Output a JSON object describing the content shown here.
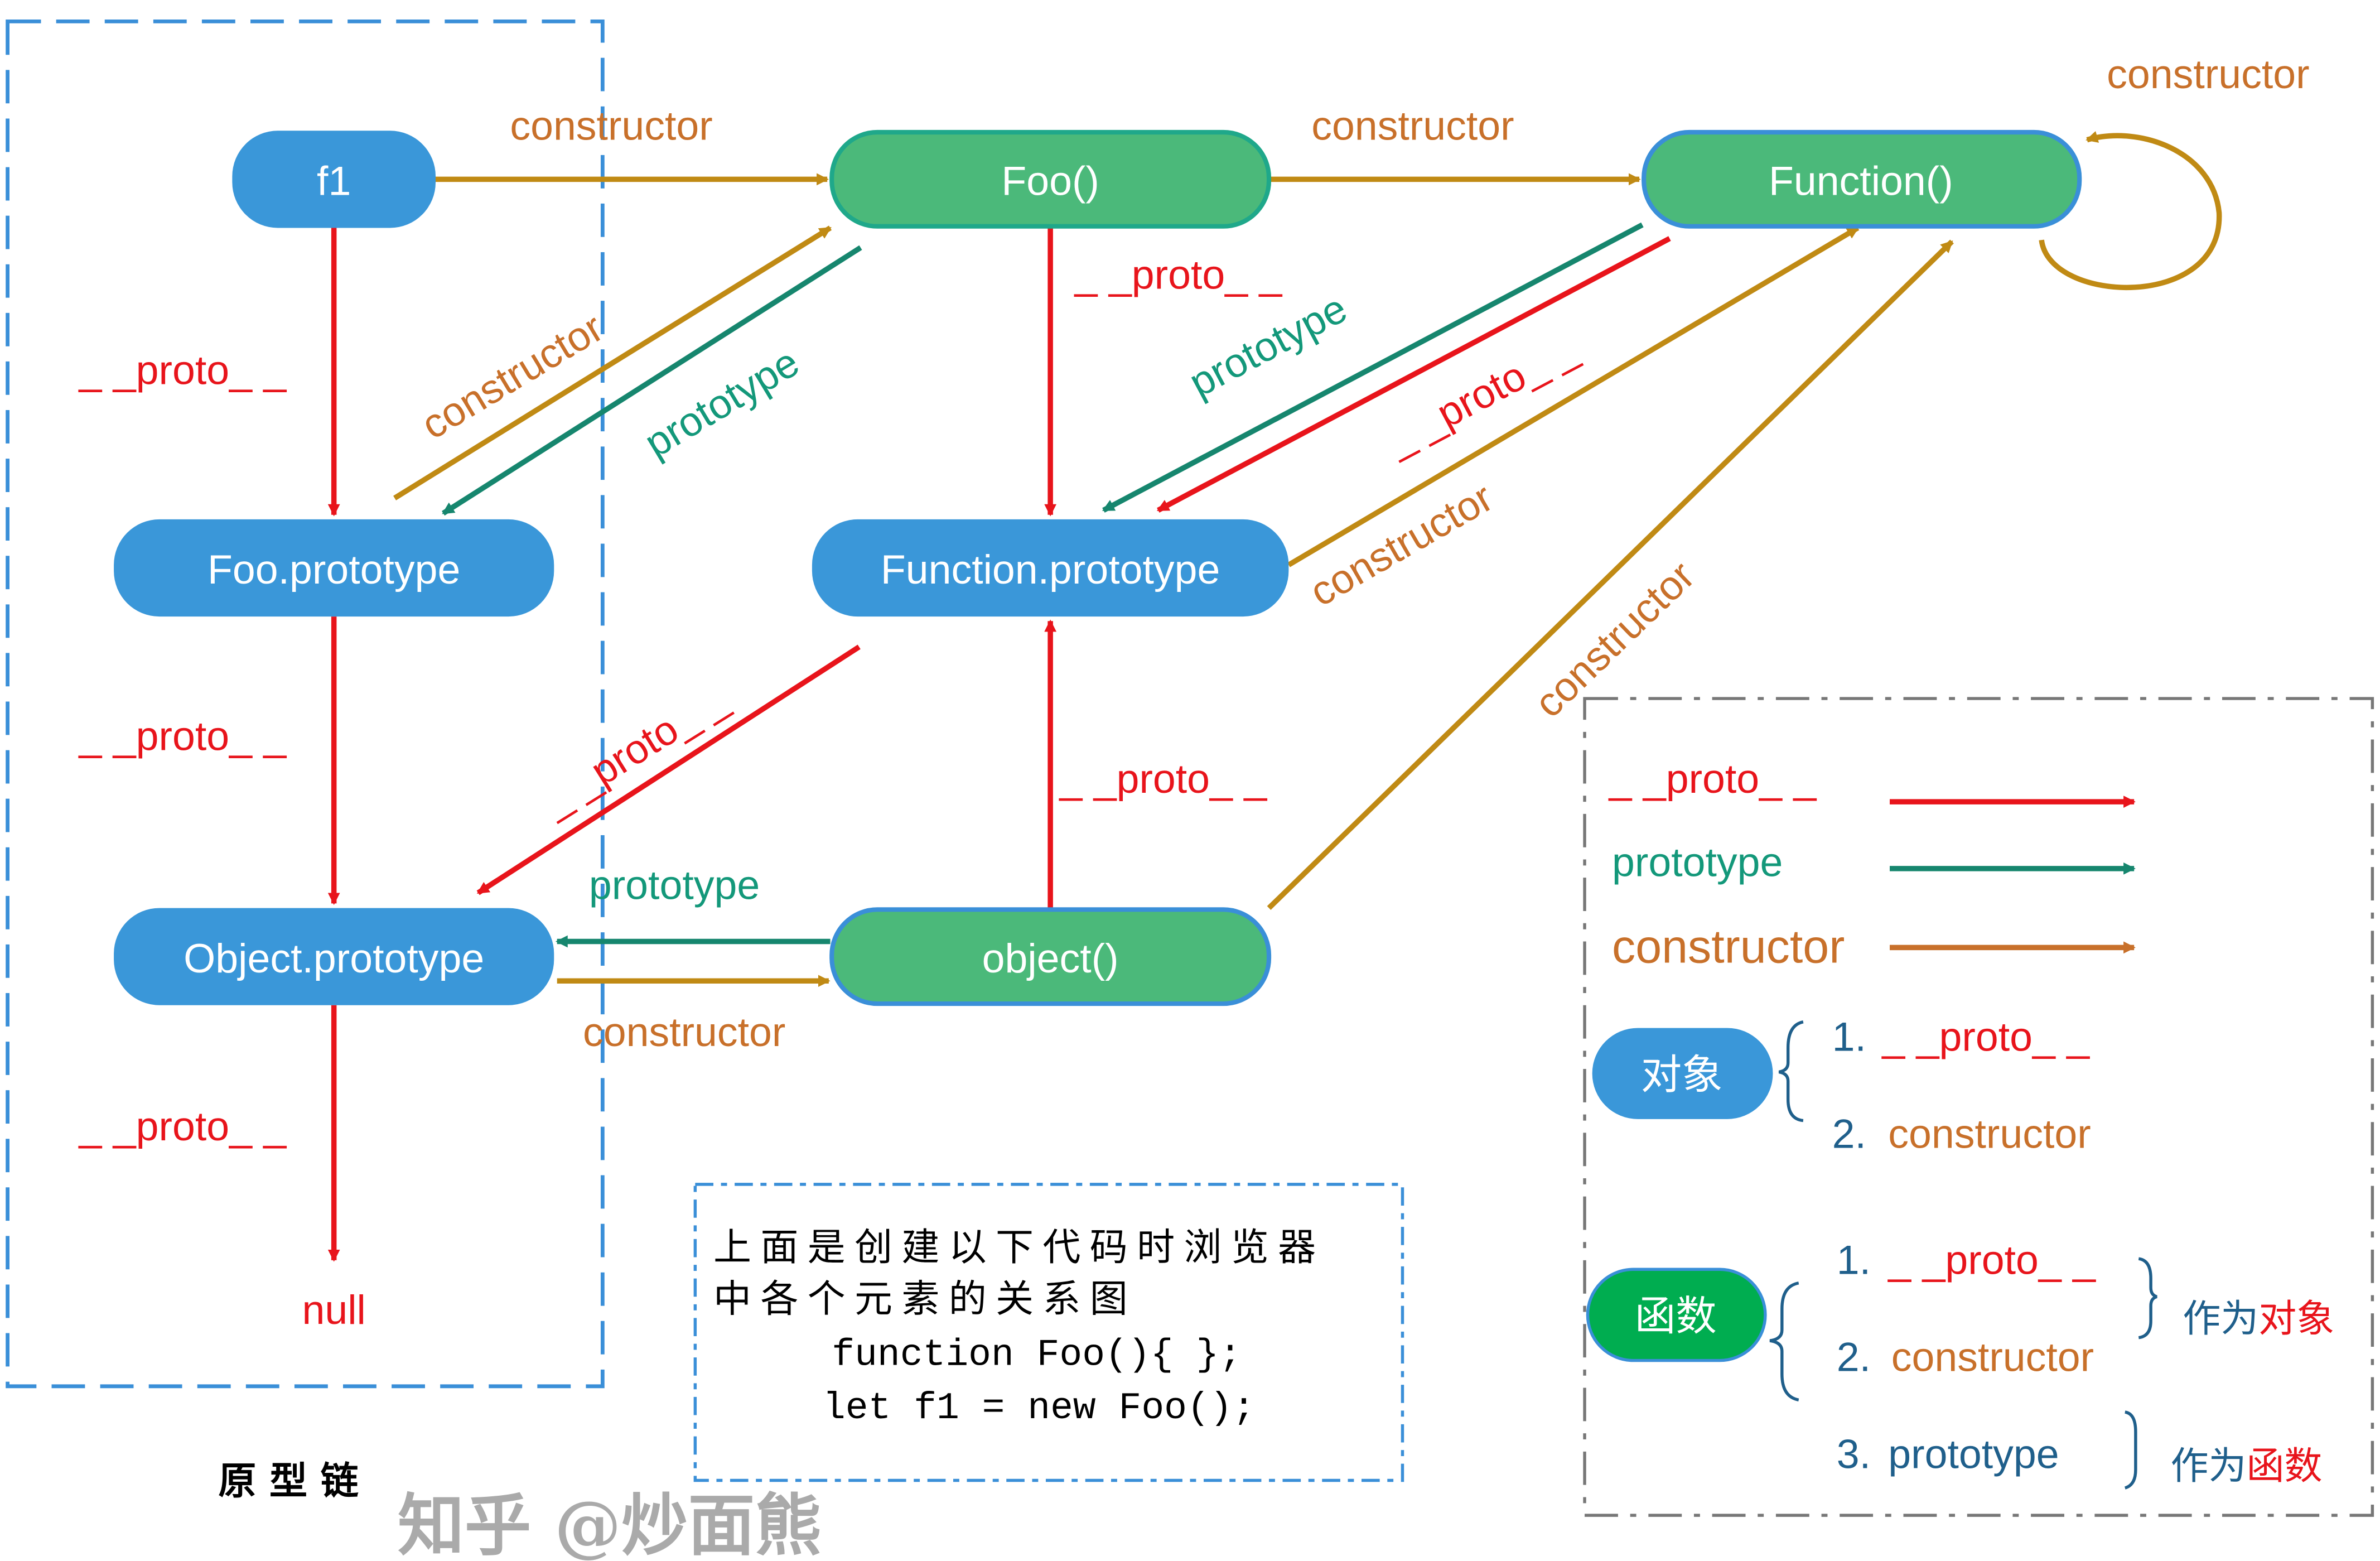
{
  "colors": {
    "object_node": "#3a97d9",
    "function_node": "#4bb97a",
    "proto_arrow": "#e8141b",
    "prototype_arrow": "#16866e",
    "constructor_arrow": "#c08a14",
    "constructor_text": "#c8702a",
    "prototype_text": "#13987a"
  },
  "nodes": {
    "f1": "f1",
    "foo": "Foo()",
    "function": "Function()",
    "foo_prototype": "Foo.prototype",
    "function_prototype": "Function.prototype",
    "object_prototype": "Object.prototype",
    "object": "object()",
    "null": "null"
  },
  "edges": {
    "f1_constructor": "constructor",
    "foo_constructor": "constructor",
    "function_self_constructor": "constructor",
    "f1_proto": "_ _proto_ _",
    "foo_prototype_constructor": "constructor",
    "foo_prototype": "prototype",
    "foo_proto": "_ _proto_ _",
    "function_prototype": "prototype",
    "function_proto": "_ _proto_ _",
    "function_prototype_constructor": "constructor",
    "object_constructor": "constructor",
    "foo_prototype_proto": "_ _proto_ _",
    "function_prototype_proto": "_ _proto_ _",
    "object_proto": "_ _proto_ _",
    "object_prototype_link": "prototype",
    "object_prototype_constructor": "constructor",
    "object_prototype_proto": "_ _proto_ _"
  },
  "caption": "原 型 链",
  "code_box": {
    "line1": "上面是创建以下代码时浏览器",
    "line2": "中各个元素的关系图",
    "code1": "function Foo(){ };",
    "code2": "let f1 = new Foo();"
  },
  "legend": {
    "proto": "_ _proto_ _",
    "prototype": "prototype",
    "constructor": "constructor",
    "object_badge": "对象",
    "object_items": [
      "1.",
      "_ _proto_ _",
      "2.",
      "constructor"
    ],
    "function_badge": "函数",
    "function_items": [
      "1.",
      "_ _proto_ _",
      "2.",
      "constructor",
      "3.",
      "prototype"
    ],
    "as_object_prefix": "作为",
    "as_object_suffix": "对象",
    "as_function_prefix": "作为",
    "as_function_suffix": "函数"
  },
  "watermark": "知乎 @炒面熊"
}
